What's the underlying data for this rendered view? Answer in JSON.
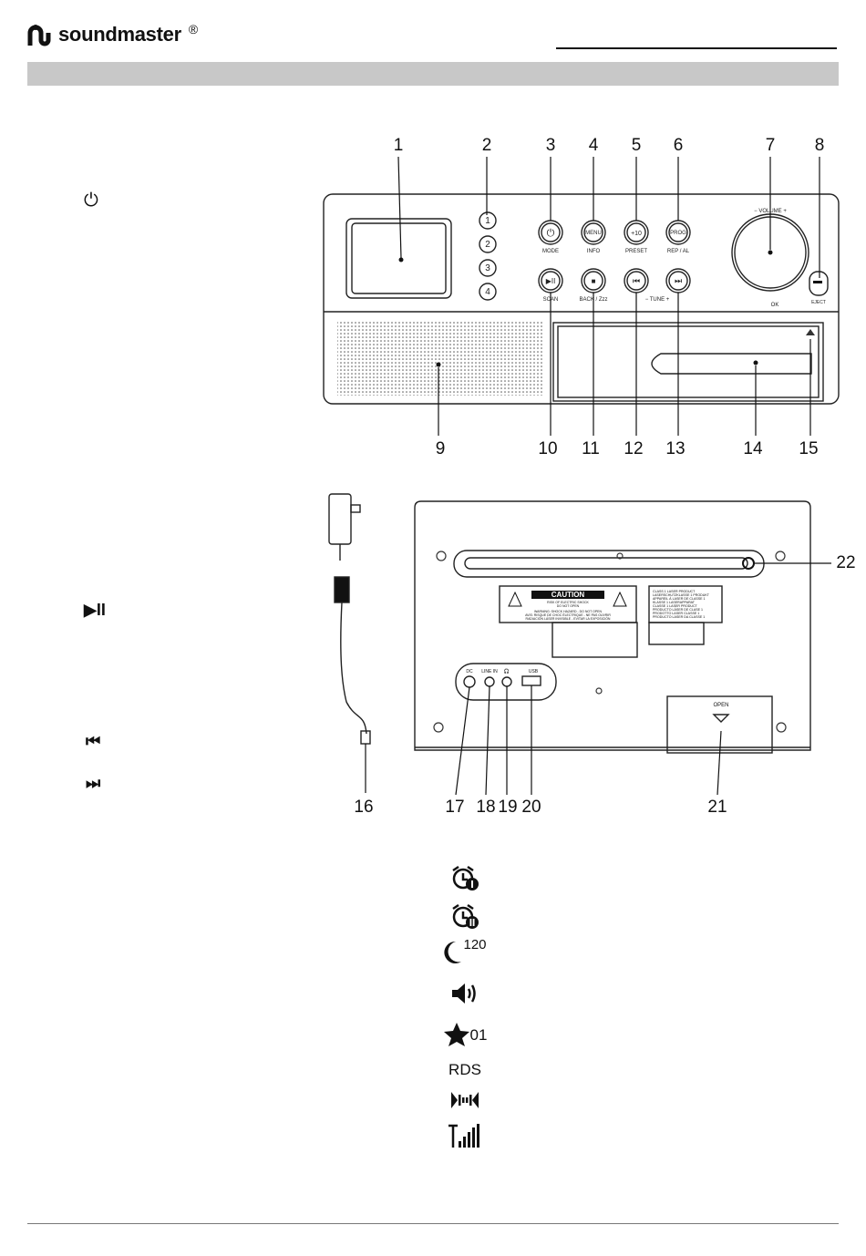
{
  "header": {
    "brand": "soundmaster",
    "registered": "®"
  },
  "side_icons": {
    "power": "⏻",
    "play_pause": "▶II",
    "prev": "⏮",
    "next": "⏭"
  },
  "front": {
    "numbers": [
      "1",
      "2",
      "3",
      "4",
      "5",
      "6",
      "7",
      "8",
      "9",
      "10",
      "11",
      "12",
      "13",
      "14",
      "15"
    ],
    "preset_buttons": [
      "1",
      "2",
      "3",
      "4"
    ],
    "top_buttons": [
      {
        "face": "⏻",
        "label": "MODE"
      },
      {
        "face": "MENU",
        "label": "INFO"
      },
      {
        "face": "+10",
        "label": "PRESET"
      },
      {
        "face": "PROG",
        "label": "REP / AL"
      }
    ],
    "bottom_buttons": [
      {
        "face": "▶II",
        "label": "SCAN"
      },
      {
        "face": "■",
        "label": "BACK / Zzz"
      },
      {
        "face": "⏮",
        "label": ""
      },
      {
        "face": "⏭",
        "label": ""
      }
    ],
    "tune_label": "−  TUNE  +",
    "volume_label": "−  VOLUME  +",
    "ok_label": "OK",
    "eject_label": "EJECT"
  },
  "back": {
    "numbers": [
      "16",
      "17",
      "18",
      "19",
      "20",
      "21",
      "22"
    ],
    "caution_title": "CAUTION",
    "caution_lines": [
      "RISK OF ELECTRIC SHOCK",
      "DO NOT OPEN",
      "WARNING: SHOCK HAZARD - DO NOT OPEN",
      "AVIS: RISQUE DE CHOC ÉLECTRIQUE - NE PAS OUVRIR",
      "RADIACIÓN LÁSER INVISIBLE - EVITAR LA EXPOSICIÓN"
    ],
    "laser_lines": [
      "CLASS 1 LASER PRODUCT",
      "LASERSCHUTZKLASSE 1 PRODUKT",
      "APPAREIL À LASER DE CLASSE 1",
      "KLASSE 1 LASERAPPARAT",
      "CLASSE 1 LASER PRODUCT",
      "PRODUCTO LÁSER DE CLASE 1",
      "PRODOTTO LASER CLASSE 1",
      "PRODUCTO LASER DA CLASSE 1"
    ],
    "jack_labels": [
      "DC",
      "LINE IN",
      "🎧",
      "USB"
    ],
    "open_label": "OPEN"
  },
  "legend": {
    "alarm1": "⏰Ⅰ",
    "alarm2": "⏰Ⅱ",
    "sleep_value": "120",
    "volume": "🔊",
    "preset_value": "01",
    "rds": "RDS",
    "stereo": "▶▮▮◀",
    "signal": "T.ıll"
  }
}
